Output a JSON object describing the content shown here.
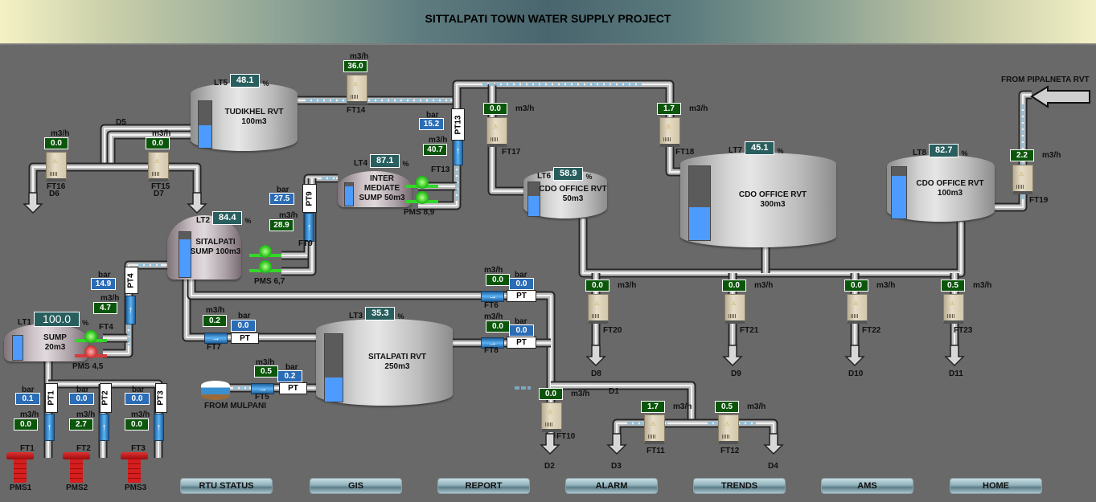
{
  "header": {
    "title": "SITTALPATI TOWN WATER SUPPLY PROJECT"
  },
  "tanks": [
    {
      "tag": "LT5",
      "name": "TUDIKHEL RVT",
      "capacity": "100m3",
      "level": "48.1",
      "unit": "%"
    },
    {
      "tag": "LT4",
      "name": "INTER MEDIATE",
      "capacity": "SUMP 50m3",
      "level": "87.1",
      "unit": "%"
    },
    {
      "tag": "LT2",
      "name": "SITALPATI",
      "capacity": "SUMP 100m3",
      "level": "84.4",
      "unit": "%"
    },
    {
      "tag": "LT1",
      "name": "SUMP",
      "capacity": "20m3",
      "level": "100.0",
      "unit": "%"
    },
    {
      "tag": "LT3",
      "name": "SITALPATI RVT",
      "capacity": "250m3",
      "level": "35.3",
      "unit": "%"
    },
    {
      "tag": "LT6",
      "name": "CDO OFFICE RVT",
      "capacity": "50m3",
      "level": "58.9",
      "unit": "%"
    },
    {
      "tag": "LT7",
      "name": "CDO OFFICE RVT",
      "capacity": "300m3",
      "level": "45.1",
      "unit": "%"
    },
    {
      "tag": "LT8",
      "name": "CDO OFFICE RVT",
      "capacity": "100m3",
      "level": "82.7",
      "unit": "%"
    }
  ],
  "flow_meters": [
    {
      "tag": "FT14",
      "value": "36.0",
      "unit": "m3/h"
    },
    {
      "tag": "FT16",
      "value": "0.0",
      "unit": "m3/h"
    },
    {
      "tag": "FT15",
      "value": "0.0",
      "unit": "m3/h"
    },
    {
      "tag": "FT17",
      "value": "0.0",
      "unit": "m3/h"
    },
    {
      "tag": "FT18",
      "value": "1.7",
      "unit": "m3/h"
    },
    {
      "tag": "FT19",
      "value": "2.2",
      "unit": "m3/h"
    },
    {
      "tag": "FT20",
      "value": "0.0",
      "unit": "m3/h"
    },
    {
      "tag": "FT21",
      "value": "0.0",
      "unit": "m3/h"
    },
    {
      "tag": "FT22",
      "value": "0.0",
      "unit": "m3/h"
    },
    {
      "tag": "FT23",
      "value": "0.5",
      "unit": "m3/h"
    },
    {
      "tag": "FT10",
      "value": "0.0",
      "unit": "m3/h"
    },
    {
      "tag": "FT11",
      "value": "1.7",
      "unit": "m3/h"
    },
    {
      "tag": "FT12",
      "value": "0.5",
      "unit": "m3/h"
    }
  ],
  "inline_meters": [
    {
      "tag": "FT13",
      "value": "40.7",
      "unit": "m3/h",
      "pt_tag": "PT13",
      "pressure": "15.2",
      "pressure_unit": "bar"
    },
    {
      "tag": "FT9",
      "value": "28.9",
      "unit": "m3/h",
      "pt_tag": "PT9",
      "pressure": "27.5",
      "pressure_unit": "bar"
    },
    {
      "tag": "FT4",
      "value": "4.7",
      "unit": "m3/h",
      "pt_tag": "PT4",
      "pressure": "14.9",
      "pressure_unit": "bar"
    },
    {
      "tag": "FT1",
      "value": "0.0",
      "unit": "m3/h",
      "pt_tag": "PT1",
      "pressure": "0.1",
      "pressure_unit": "bar"
    },
    {
      "tag": "FT2",
      "value": "2.7",
      "unit": "m3/h",
      "pt_tag": "PT2",
      "pressure": "0.0",
      "pressure_unit": "bar"
    },
    {
      "tag": "FT3",
      "value": "0.0",
      "unit": "m3/h",
      "pt_tag": "PT3",
      "pressure": "0.0",
      "pressure_unit": "bar"
    },
    {
      "tag": "FT6",
      "value": "0.0",
      "unit": "m3/h",
      "pt_tag": "PT",
      "pressure": "0.0",
      "pressure_unit": "bar"
    },
    {
      "tag": "FT8",
      "value": "0.0",
      "unit": "m3/h",
      "pt_tag": "PT",
      "pressure": "0.0",
      "pressure_unit": "bar"
    },
    {
      "tag": "FT7",
      "value": "0.2",
      "unit": "m3/h",
      "pt_tag": "PT",
      "pressure": "0.0",
      "pressure_unit": "bar"
    },
    {
      "tag": "FT5",
      "value": "0.5",
      "unit": "m3/h",
      "pt_tag": "PT",
      "pressure": "0.2",
      "pressure_unit": "bar"
    }
  ],
  "pumps": [
    {
      "label": "PMS 8,9",
      "units": [
        "running",
        "running"
      ]
    },
    {
      "label": "PMS 6,7",
      "units": [
        "running",
        "running"
      ]
    },
    {
      "label": "PMS 4,5",
      "units": [
        "running",
        "stopped"
      ]
    },
    {
      "label": "PMS1",
      "units": [
        "stopped"
      ]
    },
    {
      "label": "PMS2",
      "units": [
        "stopped"
      ]
    },
    {
      "label": "PMS3",
      "units": [
        "stopped"
      ]
    }
  ],
  "drains": [
    "D1",
    "D2",
    "D3",
    "D4",
    "D5",
    "D6",
    "D7",
    "D8",
    "D9",
    "D10",
    "D11"
  ],
  "sources": {
    "mulpani": "FROM MULPANI",
    "pipalneta": "FROM PIPALNETA RVT"
  },
  "nav": [
    "RTU STATUS",
    "GIS",
    "REPORT",
    "ALARM",
    "TRENDS",
    "AMS",
    "HOME"
  ],
  "colors": {
    "background": "#696969",
    "flow_value": "#0b560b",
    "pressure_value": "#2a6cb5",
    "level_value": "#285e5e",
    "level_fill": "#4d9bff",
    "pump_running": "#34d62a",
    "pump_stopped": "#d83a3a"
  }
}
